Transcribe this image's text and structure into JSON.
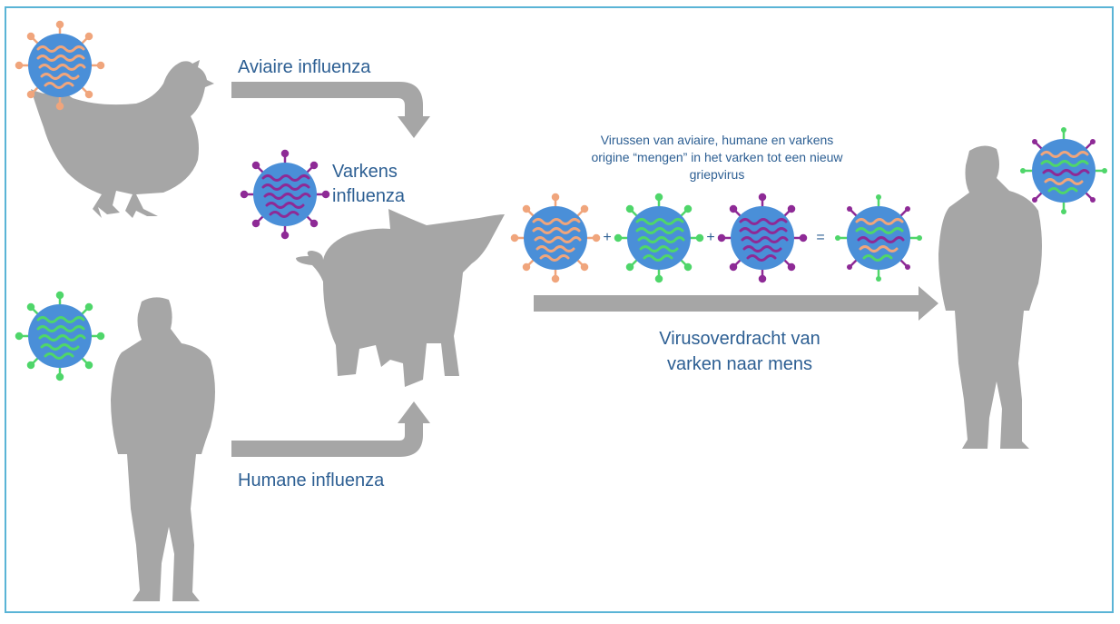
{
  "labels": {
    "avian": "Aviaire influenza",
    "swine_line1": "Varkens",
    "swine_line2": "influenza",
    "human": "Humane influenza",
    "mixing_line1": "Virussen van aviaire, humane en varkens",
    "mixing_line2": "origine “mengen” in het varken tot een nieuw",
    "mixing_line3": "griepvirus",
    "transfer_line1": "Virusoverdracht van",
    "transfer_line2": "varken naar mens",
    "plus1": "+",
    "plus2": "+",
    "equals": "="
  },
  "colors": {
    "frame": "#5ab4d6",
    "text": "#2d5f93",
    "arrow": "#a6a6a6",
    "silhouette": "#a6a6a6",
    "virus_body": "#4a8fd8",
    "avian_strand": "#f0a57c",
    "human_strand": "#4fd66a",
    "swine_strand": "#8e2a96"
  }
}
